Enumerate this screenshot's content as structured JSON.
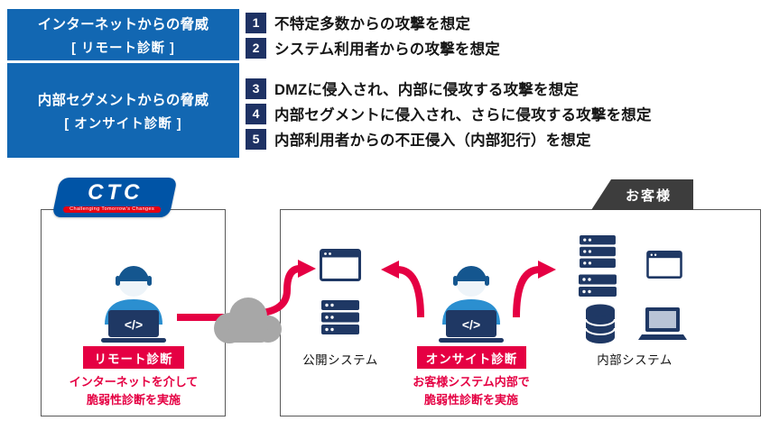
{
  "legend": {
    "groups": [
      {
        "title": "インターネットからの脅威",
        "subtitle": "[ リモート診断 ]",
        "items": [
          {
            "num": "1",
            "text": "不特定多数からの攻撃を想定"
          },
          {
            "num": "2",
            "text": "システム利用者からの攻撃を想定"
          }
        ]
      },
      {
        "title": "内部セグメントからの脅威",
        "subtitle": "[ オンサイト診断 ]",
        "items": [
          {
            "num": "3",
            "text": "DMZに侵入され、内部に侵攻する攻撃を想定"
          },
          {
            "num": "4",
            "text": "内部セグメントに侵入され、さらに侵攻する攻撃を想定"
          },
          {
            "num": "5",
            "text": "内部利用者からの不正侵入（内部犯行）を想定"
          }
        ]
      }
    ]
  },
  "diagram": {
    "ctc": {
      "logo_text": "CTC",
      "tagline": "Challenging Tomorrow's Changes"
    },
    "customer_tab": "お客様",
    "remote": {
      "badge": "リモート診断",
      "note1": "インターネットを介して",
      "note2": "脆弱性診断を実施"
    },
    "onsite": {
      "badge": "オンサイト診断",
      "note1": "お客様システム内部で",
      "note2": "脆弱性診断を実施"
    },
    "public_system_label": "公開システム",
    "internal_system_label": "内部システム",
    "code_glyph": "</>"
  },
  "colors": {
    "blue": "#1267b2",
    "navy": "#1e3264",
    "red": "#e50043",
    "icon_navy": "#1f3864",
    "tab_gray": "#3d3d3d",
    "ctc_blue": "#0054a6",
    "ctc_red": "#e60012",
    "cloud_gray": "#a7a7a7",
    "person_blue": "#2b8fd0",
    "person_dark": "#14568f"
  }
}
